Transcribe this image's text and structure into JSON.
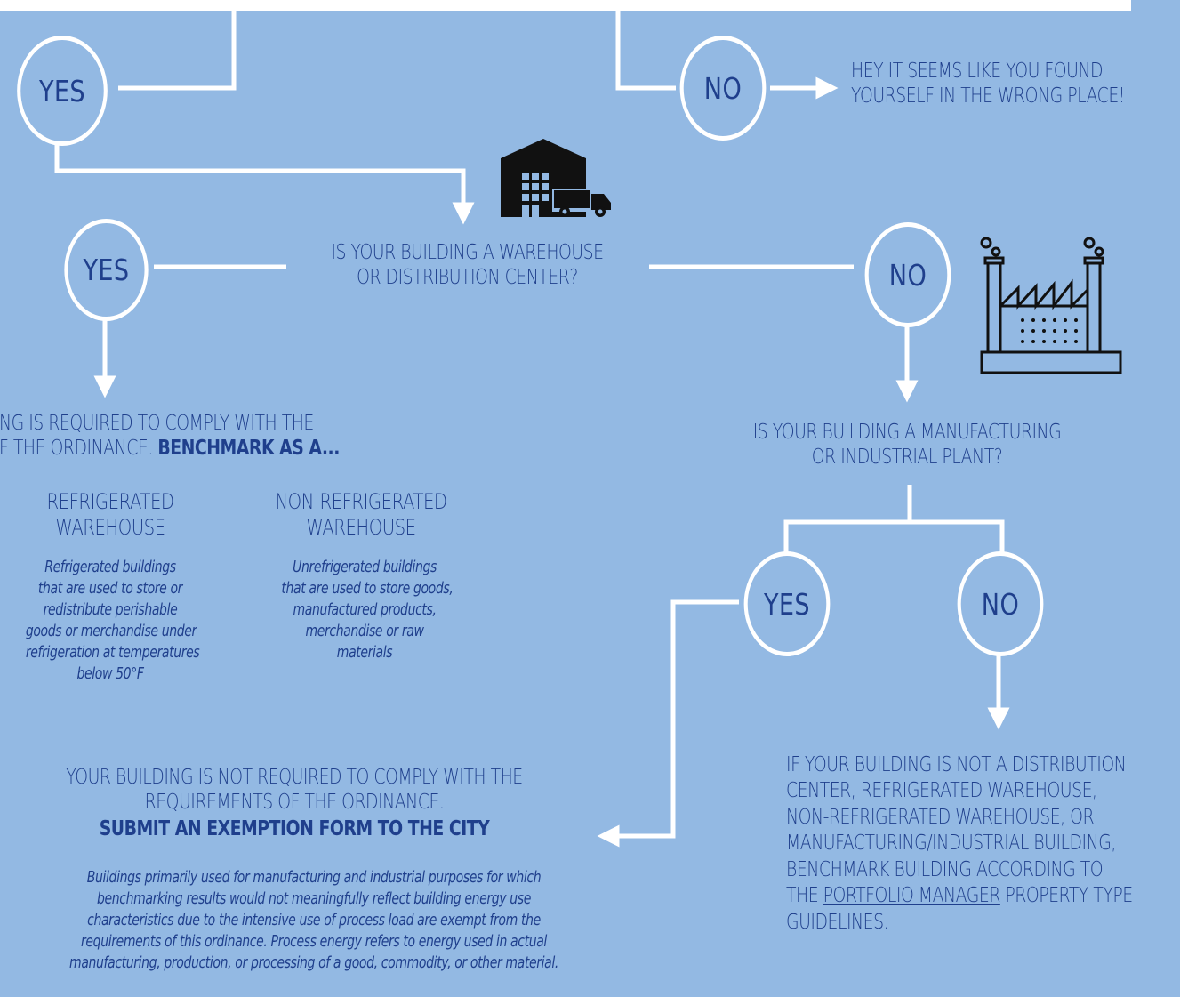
{
  "nodes": {
    "yes_top": "YES",
    "no_top": "NO",
    "wrong_place_1": "HEY IT SEEMS LIKE YOU FOUND",
    "wrong_place_2": "YOURSELF IN THE WRONG PLACE!",
    "q_warehouse_1": "IS YOUR BUILDING A WAREHOUSE",
    "q_warehouse_2": "OR DISTRIBUTION CENTER?",
    "yes_warehouse": "YES",
    "no_warehouse": "NO",
    "req_line1": "NG IS REQUIRED TO COMPLY WITH THE",
    "req_line2_a": "F THE ORDINANCE. ",
    "req_line2_b": "BENCHMARK AS A...",
    "ref_title_1": "REFRIGERATED",
    "ref_title_2": "WAREHOUSE",
    "ref_desc": [
      "Refrigerated buildings",
      "that are used to store or",
      "redistribute perishable",
      "goods or merchandise under",
      "refrigeration at temperatures",
      "below 50°F"
    ],
    "nonref_title_1": "NON-REFRIGERATED",
    "nonref_title_2": "WAREHOUSE",
    "nonref_desc": [
      "Unrefrigerated buildings",
      "that are used to store goods,",
      "manufactured products,",
      "merchandise or raw",
      "materials"
    ],
    "q_manufacturing_1": "IS YOUR BUILDING A MANUFACTURING",
    "q_manufacturing_2": "OR INDUSTRIAL PLANT?",
    "yes_manufacturing": "YES",
    "no_manufacturing": "NO",
    "exempt_line1": "YOUR BUILDING IS NOT REQUIRED TO COMPLY WITH THE",
    "exempt_line2": "REQUIREMENTS OF THE ORDINANCE.",
    "exempt_line3": "SUBMIT AN EXEMPTION FORM TO THE CITY",
    "exempt_desc": [
      "Buildings primarily used for manufacturing and industrial purposes for which",
      "benchmarking results would not meaningfully reflect building energy use",
      "characteristics due to the intensive use of process load are exempt from the",
      "requirements of this ordinance. Process energy refers to energy used in actual",
      "manufacturing, production, or processing of a good, commodity, or other material."
    ],
    "other_lines": [
      "IF YOUR BUILDING IS NOT A DISTRIBUTION",
      "CENTER, REFRIGERATED WAREHOUSE,",
      "NON-REFRIGERATED WAREHOUSE, OR",
      "MANUFACTURING/INDUSTRIAL BUILDING,",
      "BENCHMARK BUILDING ACCORDING TO"
    ],
    "other_line6_a": "THE ",
    "other_link": "PORTFOLIO MANAGER",
    "other_line6_b": " PROPERTY TYPE",
    "other_line7": "GUIDELINES."
  },
  "icons": {
    "warehouse": "warehouse-truck-icon",
    "factory": "factory-icon"
  },
  "colors": {
    "background": "#93b9e3",
    "text": "#1f3f8c",
    "lines": "#ffffff",
    "icon": "#111111"
  }
}
